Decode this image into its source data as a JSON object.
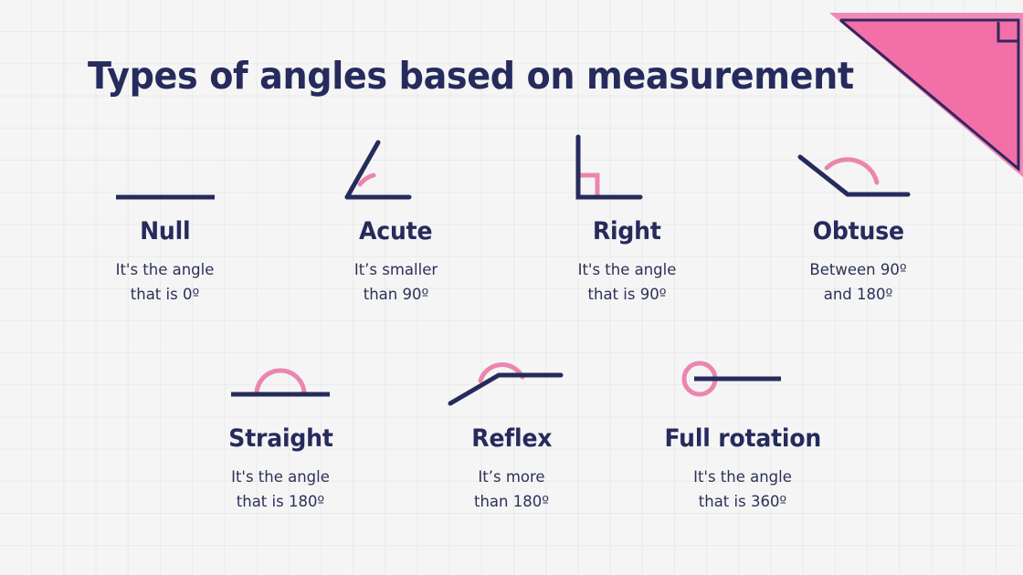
{
  "slide": {
    "title": "Types of angles based on measurement",
    "background_color": "#f5f5f5",
    "grid_line_color": "#e8e8e8"
  },
  "colors": {
    "navy": "#252b5c",
    "pink": "#ec85ae",
    "triangle_fill": "#f26fa8",
    "triangle_edge": "#f08ab8",
    "triangle_outline": "#3a2a5e"
  },
  "decoration": {
    "corner_triangle_name": "right-triangle-decoration",
    "right_angle_marker": "square"
  },
  "rows": [
    {
      "items": [
        {
          "id": "null",
          "name": "Null",
          "description": "It's the angle\nthat is 0º",
          "marker": "none",
          "figure": "flat-line"
        },
        {
          "id": "acute",
          "name": "Acute",
          "description": "It’s smaller\nthan 90º",
          "marker": "arc",
          "figure": "acute-angle"
        },
        {
          "id": "right",
          "name": "Right",
          "description": "It's the angle\nthat is 90º",
          "marker": "square",
          "figure": "right-angle"
        },
        {
          "id": "obtuse",
          "name": "Obtuse",
          "description": "Between 90º\nand 180º",
          "marker": "arc",
          "figure": "obtuse-angle"
        }
      ]
    },
    {
      "items": [
        {
          "id": "straight",
          "name": "Straight",
          "description": "It's the angle\nthat is 180º",
          "marker": "semicircle",
          "figure": "straight-angle"
        },
        {
          "id": "reflex",
          "name": "Reflex",
          "description": "It’s more\nthan 180º",
          "marker": "arc",
          "figure": "reflex-angle"
        },
        {
          "id": "full-rotation",
          "name": "Full rotation",
          "description": "It's the angle\nthat is 360º",
          "marker": "circle",
          "figure": "full-rotation"
        }
      ]
    }
  ]
}
